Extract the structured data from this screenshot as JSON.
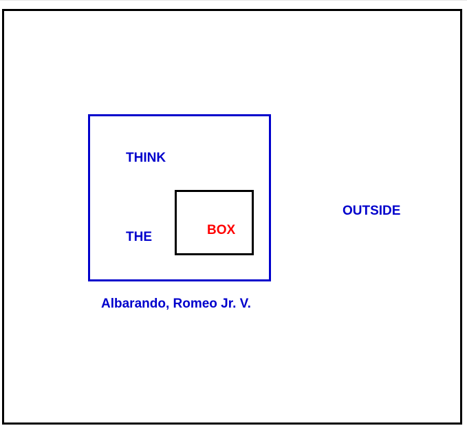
{
  "diagram": {
    "words": {
      "think": "THINK",
      "the": "THE",
      "box": "BOX",
      "outside": "OUTSIDE"
    },
    "author": "Albarando, Romeo Jr. V.",
    "colors": {
      "text_primary": "#0000cc",
      "text_accent": "#ff0000",
      "outer_border": "#000000",
      "middle_border": "#0000cc",
      "inner_border": "#000000"
    }
  }
}
